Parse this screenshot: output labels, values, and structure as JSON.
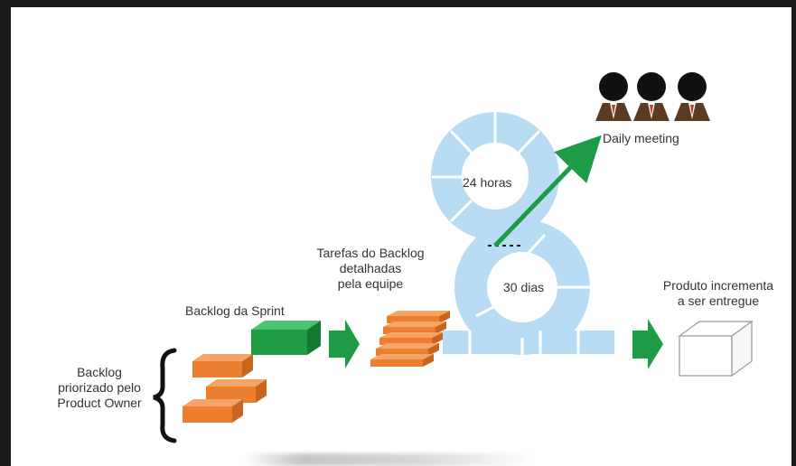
{
  "labels": {
    "backlog_po": [
      "Backlog",
      "priorizado pelo",
      "Product Owner"
    ],
    "sprint_backlog": "Backlog da Sprint",
    "tasks": [
      "Tarefas do Backlog",
      "detalhadas",
      "pela equipe"
    ],
    "hours": "24 horas",
    "days": "30 dias",
    "daily": "Daily meeting",
    "product": [
      "Produto incrementa",
      "a ser entregue"
    ]
  },
  "colors": {
    "orange": "#f08a3c",
    "green": "#1f9a45",
    "cycle_blue": "#b7dcf3",
    "arrow_green": "#1e9b47",
    "text": "#333333"
  },
  "icons": [
    "person-icon",
    "person-icon",
    "person-icon"
  ]
}
